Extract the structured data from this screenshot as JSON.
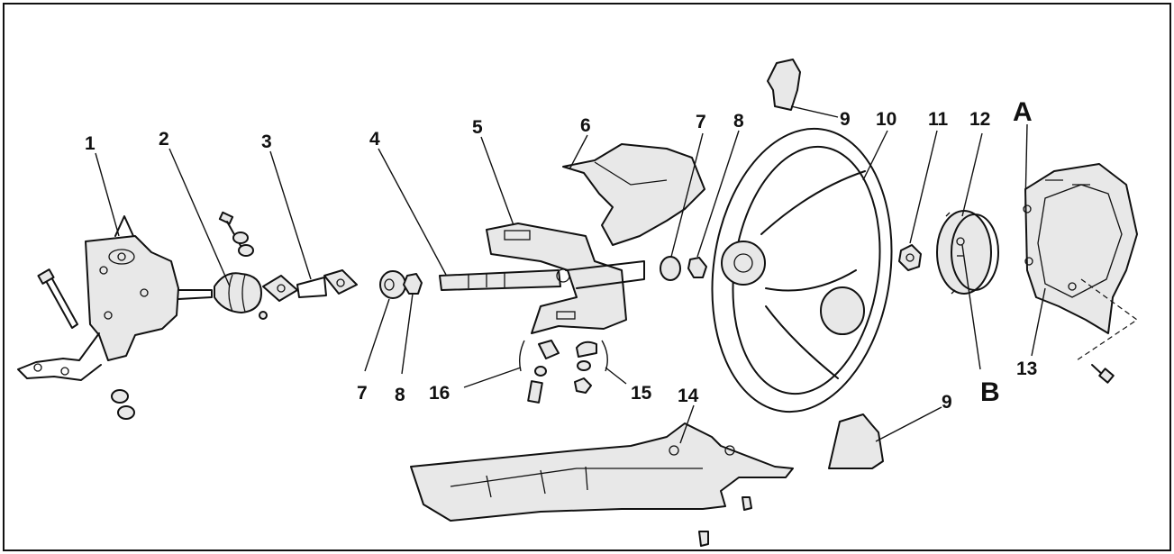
{
  "callouts": [
    {
      "id": "c1",
      "text": "1"
    },
    {
      "id": "c2",
      "text": "2"
    },
    {
      "id": "c3",
      "text": "3"
    },
    {
      "id": "c4",
      "text": "4"
    },
    {
      "id": "c5",
      "text": "5"
    },
    {
      "id": "c6",
      "text": "6"
    },
    {
      "id": "c7a",
      "text": "7"
    },
    {
      "id": "c8a",
      "text": "8"
    },
    {
      "id": "c7b",
      "text": "7"
    },
    {
      "id": "c8b",
      "text": "8"
    },
    {
      "id": "c9a",
      "text": "9"
    },
    {
      "id": "c10",
      "text": "10"
    },
    {
      "id": "c11",
      "text": "11"
    },
    {
      "id": "c12",
      "text": "12"
    },
    {
      "id": "cA",
      "text": "A"
    },
    {
      "id": "cB",
      "text": "B"
    },
    {
      "id": "c13",
      "text": "13"
    },
    {
      "id": "c14",
      "text": "14"
    },
    {
      "id": "c15",
      "text": "15"
    },
    {
      "id": "c16",
      "text": "16"
    },
    {
      "id": "c9b",
      "text": "9"
    }
  ]
}
